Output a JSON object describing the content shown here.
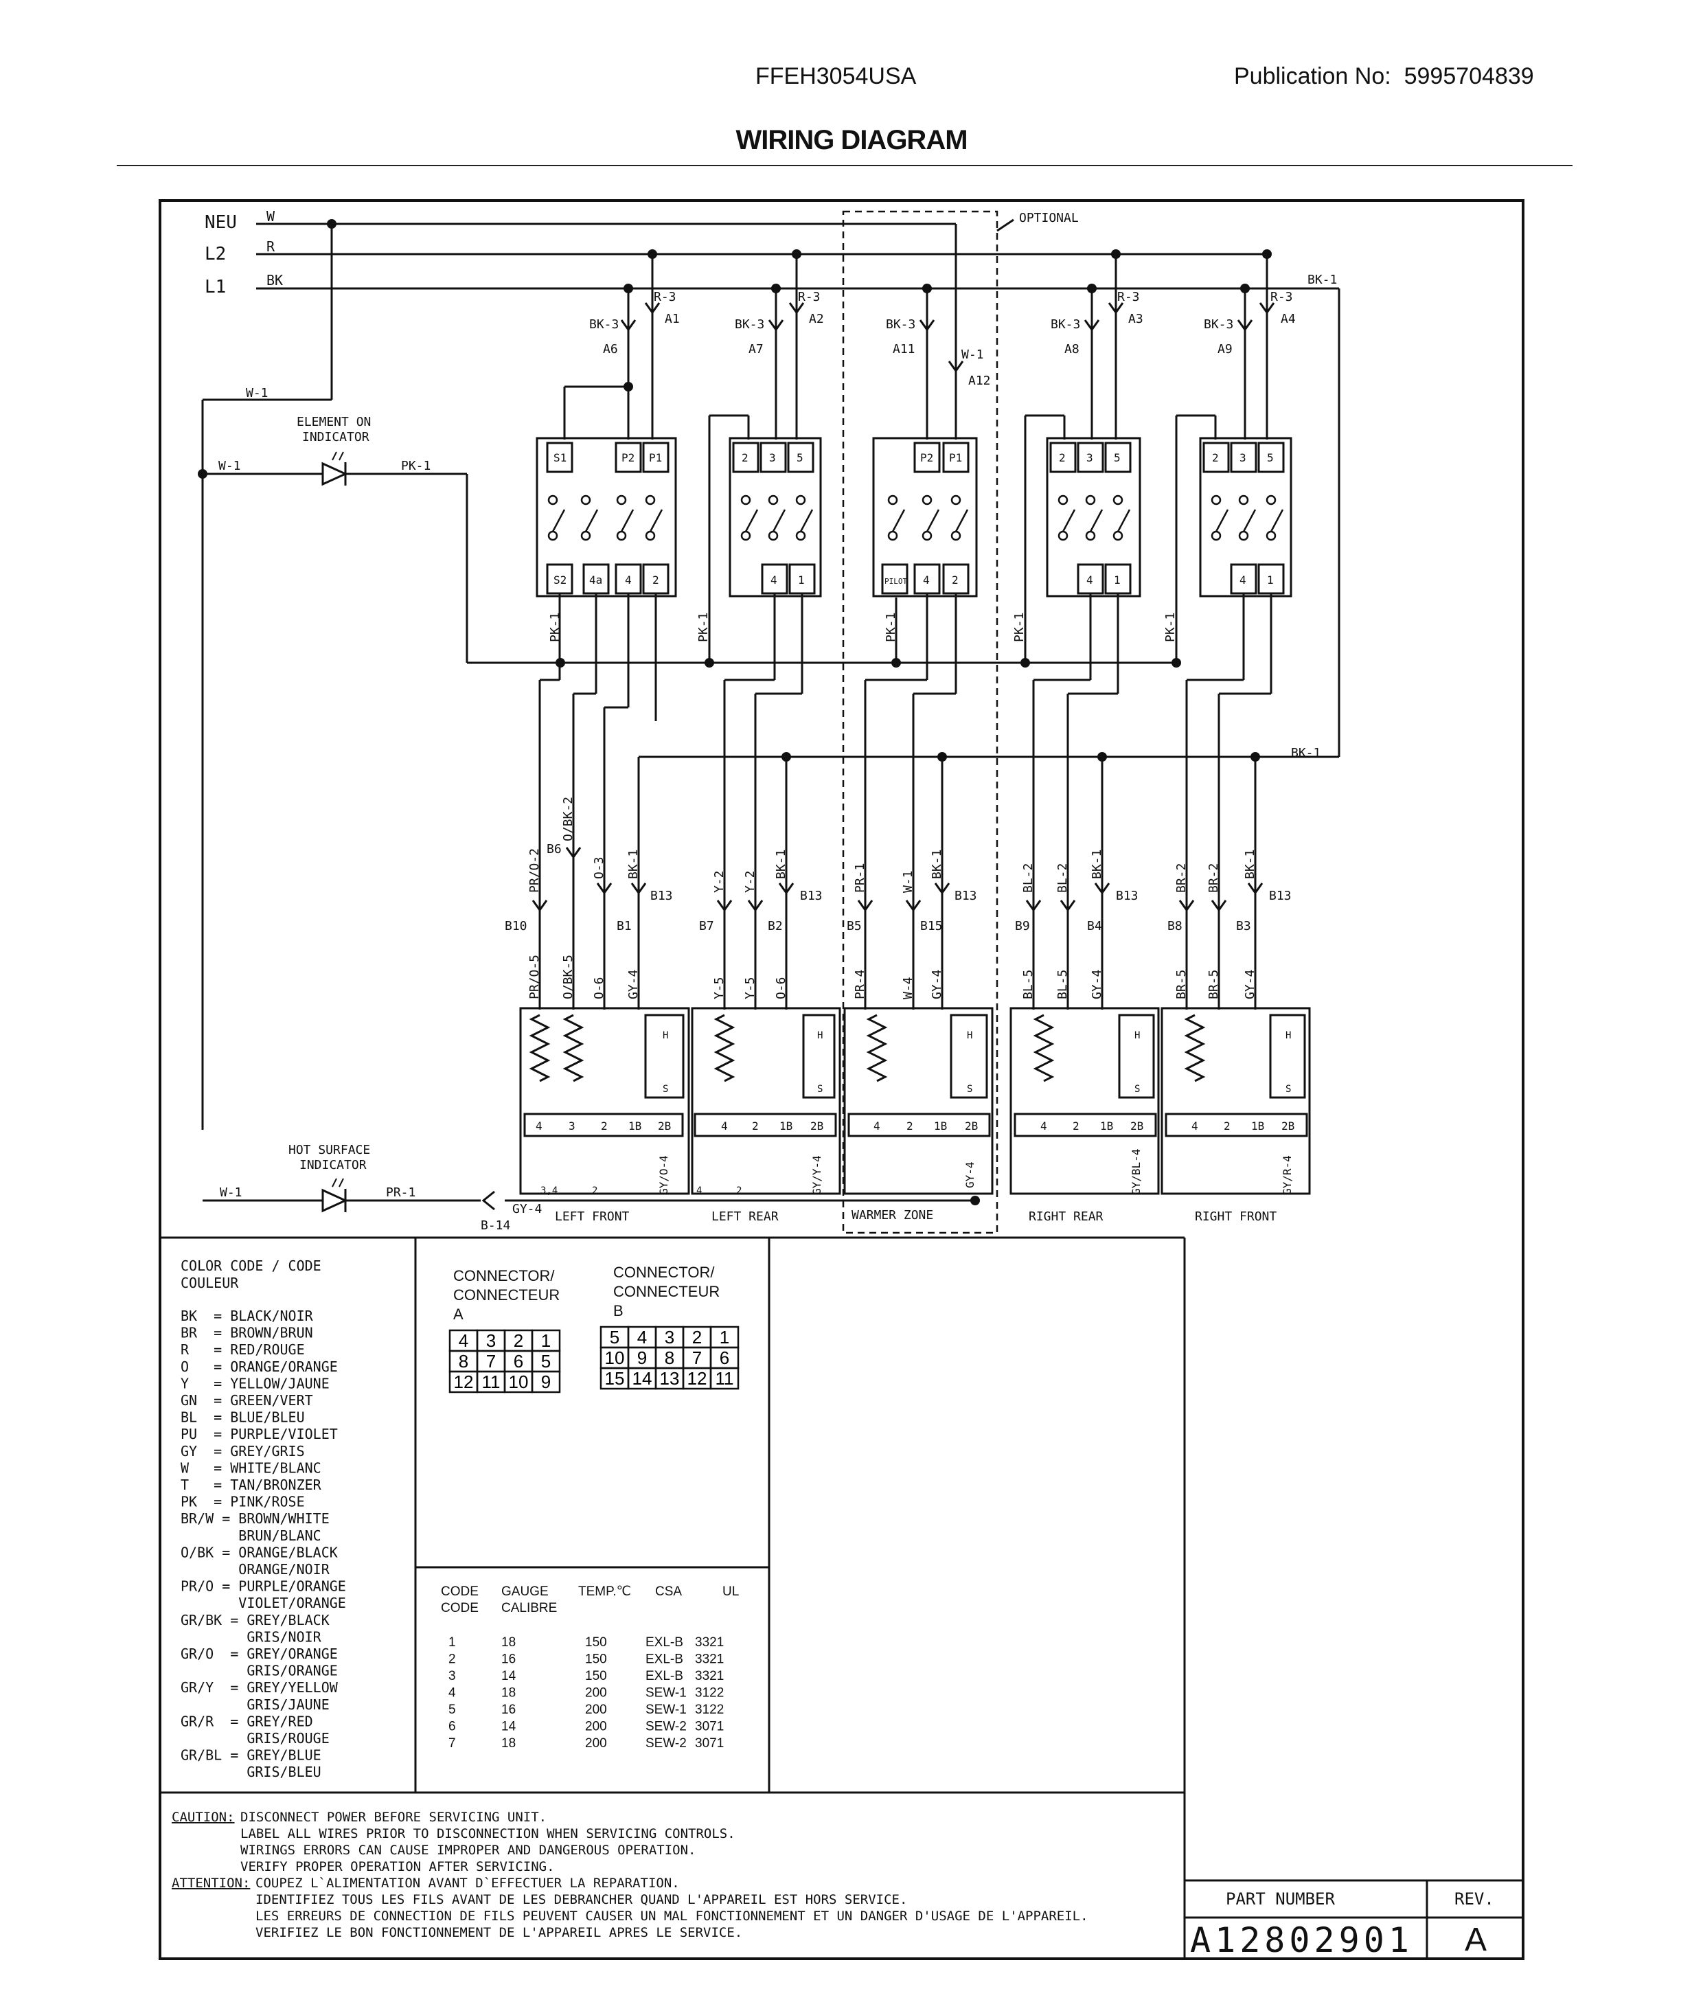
{
  "header": {
    "model": "FFEH3054USA",
    "publication_label": "Publication No:",
    "publication_number": "5995704839",
    "title": "WIRING DIAGRAM"
  },
  "lines": {
    "neu": "NEU",
    "l2": "L2",
    "l1": "L1",
    "w": "W",
    "r": "R",
    "bk": "BK",
    "optional": "OPTIONAL"
  },
  "indicators": {
    "element_on_1": "ELEMENT ON",
    "element_on_2": "INDICATOR",
    "hot_surface_1": "HOT SURFACE",
    "hot_surface_2": "INDICATOR"
  },
  "wires": {
    "w1": "W-1",
    "pk1": "PK-1",
    "pr1": "PR-1",
    "gy4": "GY-4",
    "b14": "B-14",
    "bk1": "BK-1",
    "bk3": "BK-3",
    "r3": "R-3"
  },
  "columns": [
    {
      "top_conn": "A1",
      "bot_conn": "A6",
      "zone": "LEFT FRONT",
      "wires": [
        "PR/O-2",
        "O/BK-2",
        "O-3",
        "BK-1"
      ],
      "b_labels": [
        "B10",
        "B6",
        "B1",
        "B13"
      ],
      "lower_wires": [
        "PR/O-5",
        "O/BK-5",
        "O-6",
        "GY-4"
      ]
    },
    {
      "top_conn": "A2",
      "bot_conn": "A7",
      "zone": "LEFT REAR",
      "wires": [
        "Y-2",
        "BK-1"
      ],
      "b_labels": [
        "B7",
        "B2",
        "B13"
      ],
      "lower_wires": [
        "Y-5",
        "Y-5",
        "O-6"
      ]
    },
    {
      "top_conn": "A11",
      "bot_conn": "A12",
      "zone": "WARMER ZONE",
      "wires": [
        "PR-1",
        "W-1",
        "BK-1"
      ],
      "b_labels": [
        "B5",
        "B15",
        "B13"
      ],
      "lower_wires": [
        "PR-4",
        "W-4",
        "GY-4"
      ]
    },
    {
      "top_conn": "A3",
      "bot_conn": "A8",
      "zone": "RIGHT REAR",
      "wires": [
        "BL-2",
        "BL-2",
        "BK-1"
      ],
      "b_labels": [
        "B9",
        "B4",
        "B13"
      ],
      "lower_wires": [
        "BL-5",
        "BL-5",
        "GY-4"
      ]
    },
    {
      "top_conn": "A4",
      "bot_conn": "A9",
      "zone": "RIGHT FRONT",
      "wires": [
        "BR-2",
        "BR-2",
        "BK-1"
      ],
      "b_labels": [
        "B8",
        "B3",
        "B13"
      ],
      "lower_wires": [
        "BR-5",
        "BR-5",
        "GY-4"
      ]
    }
  ],
  "switch_terms": {
    "sw1_top": [
      "S1",
      "P2",
      "P1"
    ],
    "sw1_bot": [
      "S2",
      "4a",
      "4",
      "2"
    ],
    "sw2_top": [
      "2",
      "3",
      "5"
    ],
    "sw2_bot": [
      "4",
      "1"
    ],
    "sw3_top": [
      "P2",
      "P1"
    ],
    "sw3_bot": [
      "PILOT",
      "4",
      "2"
    ],
    "sw4_top": [
      "2",
      "3",
      "5"
    ],
    "sw4_bot": [
      "4",
      "1"
    ],
    "sw5_top": [
      "2",
      "3",
      "5"
    ],
    "sw5_bot": [
      "4",
      "1"
    ]
  },
  "element_terms": {
    "four": [
      "4",
      "3",
      "2",
      "1B",
      "2B"
    ],
    "three": [
      "4",
      "2",
      "1B",
      "2B"
    ],
    "h": "H",
    "s": "S"
  },
  "gy_labels": {
    "lf": "GY/O-4",
    "lr": "GY/Y-4",
    "wz": "GY-4",
    "rr": "GY/BL-4",
    "rf": "GY/R-4"
  },
  "small_terms": {
    "a": "3,4",
    "b": "2",
    "c": "4"
  },
  "color_code": {
    "title_1": "COLOR CODE / CODE",
    "title_2": "COULEUR",
    "entries": [
      "BK  = BLACK/NOIR",
      "BR  = BROWN/BRUN",
      "R   = RED/ROUGE",
      "O   = ORANGE/ORANGE",
      "Y   = YELLOW/JAUNE",
      "GN  = GREEN/VERT",
      "BL  = BLUE/BLEU",
      "PU  = PURPLE/VIOLET",
      "GY  = GREY/GRIS",
      "W   = WHITE/BLANC",
      "T   = TAN/BRONZER",
      "PK  = PINK/ROSE",
      "BR/W = BROWN/WHITE",
      "       BRUN/BLANC",
      "O/BK = ORANGE/BLACK",
      "       ORANGE/NOIR",
      "PR/O = PURPLE/ORANGE",
      "       VIOLET/ORANGE",
      "GR/BK = GREY/BLACK",
      "        GRIS/NOIR",
      "GR/O  = GREY/ORANGE",
      "        GRIS/ORANGE",
      "GR/Y  = GREY/YELLOW",
      "        GRIS/JAUNE",
      "GR/R  = GREY/RED",
      "        GRIS/ROUGE",
      "GR/BL = GREY/BLUE",
      "        GRIS/BLEU"
    ]
  },
  "connectors": {
    "a_label_1": "CONNECTOR/",
    "a_label_2": "CONNECTEUR",
    "a_label_3": "A",
    "b_label_1": "CONNECTOR/",
    "b_label_2": "CONNECTEUR",
    "b_label_3": "B",
    "a_grid": [
      [
        "4",
        "3",
        "2",
        "1"
      ],
      [
        "8",
        "7",
        "6",
        "5"
      ],
      [
        "12",
        "11",
        "10",
        "9"
      ]
    ],
    "b_grid": [
      [
        "5",
        "4",
        "3",
        "2",
        "1"
      ],
      [
        "10",
        "9",
        "8",
        "7",
        "6"
      ],
      [
        "15",
        "14",
        "13",
        "12",
        "11"
      ]
    ]
  },
  "gauge_table": {
    "headers": [
      "CODE",
      "GAUGE",
      "TEMP.℃",
      "CSA",
      "UL"
    ],
    "headers_2": [
      "CODE",
      "CALIBRE"
    ],
    "rows": [
      [
        "1",
        "18",
        "150",
        "EXL-B",
        "3321"
      ],
      [
        "2",
        "16",
        "150",
        "EXL-B",
        "3321"
      ],
      [
        "3",
        "14",
        "150",
        "EXL-B",
        "3321"
      ],
      [
        "4",
        "18",
        "200",
        "SEW-1",
        "3122"
      ],
      [
        "5",
        "16",
        "200",
        "SEW-1",
        "3122"
      ],
      [
        "6",
        "14",
        "200",
        "SEW-2",
        "3071"
      ],
      [
        "7",
        "18",
        "200",
        "SEW-2",
        "3071"
      ]
    ]
  },
  "notes": {
    "caution_label": "CAUTION:",
    "caution": [
      "DISCONNECT POWER BEFORE SERVICING UNIT.",
      "LABEL ALL WIRES PRIOR TO DISCONNECTION WHEN SERVICING CONTROLS.",
      "WIRINGS ERRORS CAN CAUSE IMPROPER AND DANGEROUS OPERATION.",
      "VERIFY PROPER OPERATION AFTER SERVICING."
    ],
    "attention_label": "ATTENTION:",
    "attention": [
      "COUPEZ L`ALIMENTATION AVANT D`EFFECTUER LA REPARATION.",
      "IDENTIFIEZ TOUS LES FILS AVANT DE LES DEBRANCHER QUAND L'APPAREIL EST HORS SERVICE.",
      "LES ERREURS DE CONNECTION DE FILS PEUVENT CAUSER UN MAL FONCTIONNEMENT ET UN DANGER D'USAGE DE L'APPAREIL.",
      "VERIFIEZ LE BON FONCTIONNEMENT DE L'APPAREIL APRES LE SERVICE."
    ]
  },
  "title_block": {
    "part_number_label": "PART NUMBER",
    "rev_label": "REV.",
    "part_number": "A12802901",
    "rev": "A"
  }
}
